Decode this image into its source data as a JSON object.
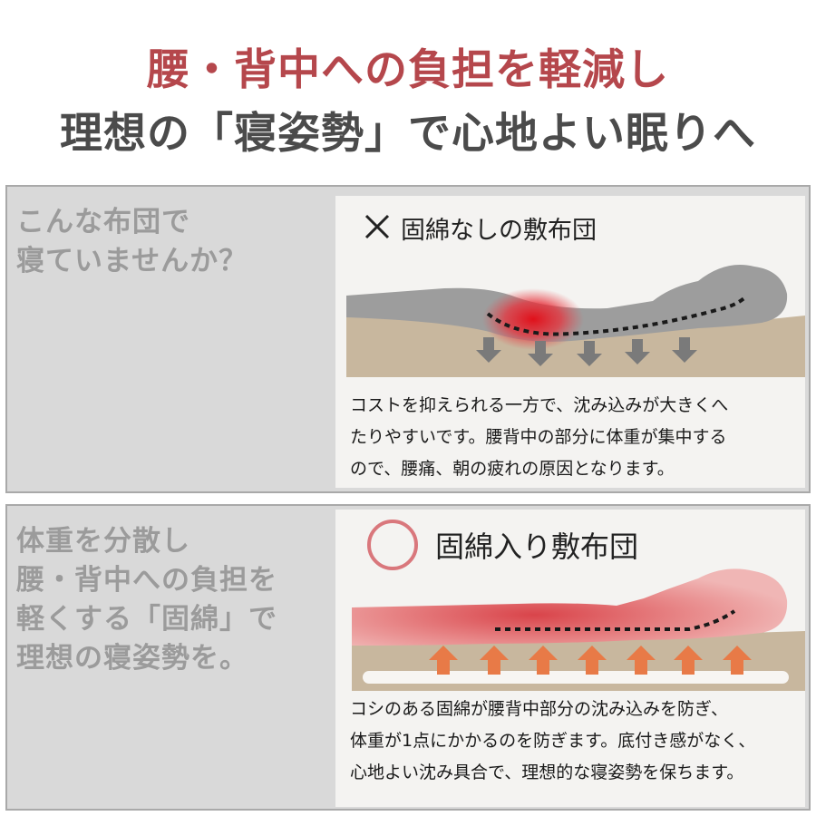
{
  "headline": {
    "line1": "腰・背中への負担を軽減し",
    "line2": "理想の「寝姿勢」で心地よい眠りへ"
  },
  "panel_bad": {
    "side_text": [
      "こんな布団で",
      "寝ていませんか？"
    ],
    "title": "固綿なしの敷布団",
    "mark": "x-mark-icon",
    "description": [
      "コストを抑えられる一方で、沈み込みが大きくへ",
      "たりやすいです。腰背中の部分に体重が集中する",
      "ので、腰痛、朝の疲れの原因となります。"
    ]
  },
  "panel_good": {
    "side_text": [
      "体重を分散し",
      "腰・背中への負担を",
      "軽くする「固綿」で",
      "理想の寝姿勢を。"
    ],
    "title": "固綿入り敷布団",
    "mark": "circle-mark-icon",
    "description": [
      "コシのある固綿が腰背中部分の沈み込みを防ぎ、",
      "体重が1点にかかるのを防ぎます。底付き感がなく、",
      "心地よい沈み具合で、理想的な寝姿勢を保ちます。"
    ]
  },
  "colors": {
    "headline_accent": "#b5474c",
    "headline_dark": "#4b4b4b",
    "panel_bg": "#d9d9d9",
    "side_text": "#9b9b9b",
    "mattress": "#c8b79e",
    "body_gray": "#9d9d9d",
    "body_pink": "#eaa5a3",
    "arrow_down": "#7a7a7a",
    "arrow_up": "#e87a47",
    "circle_mark": "#d9777c"
  }
}
